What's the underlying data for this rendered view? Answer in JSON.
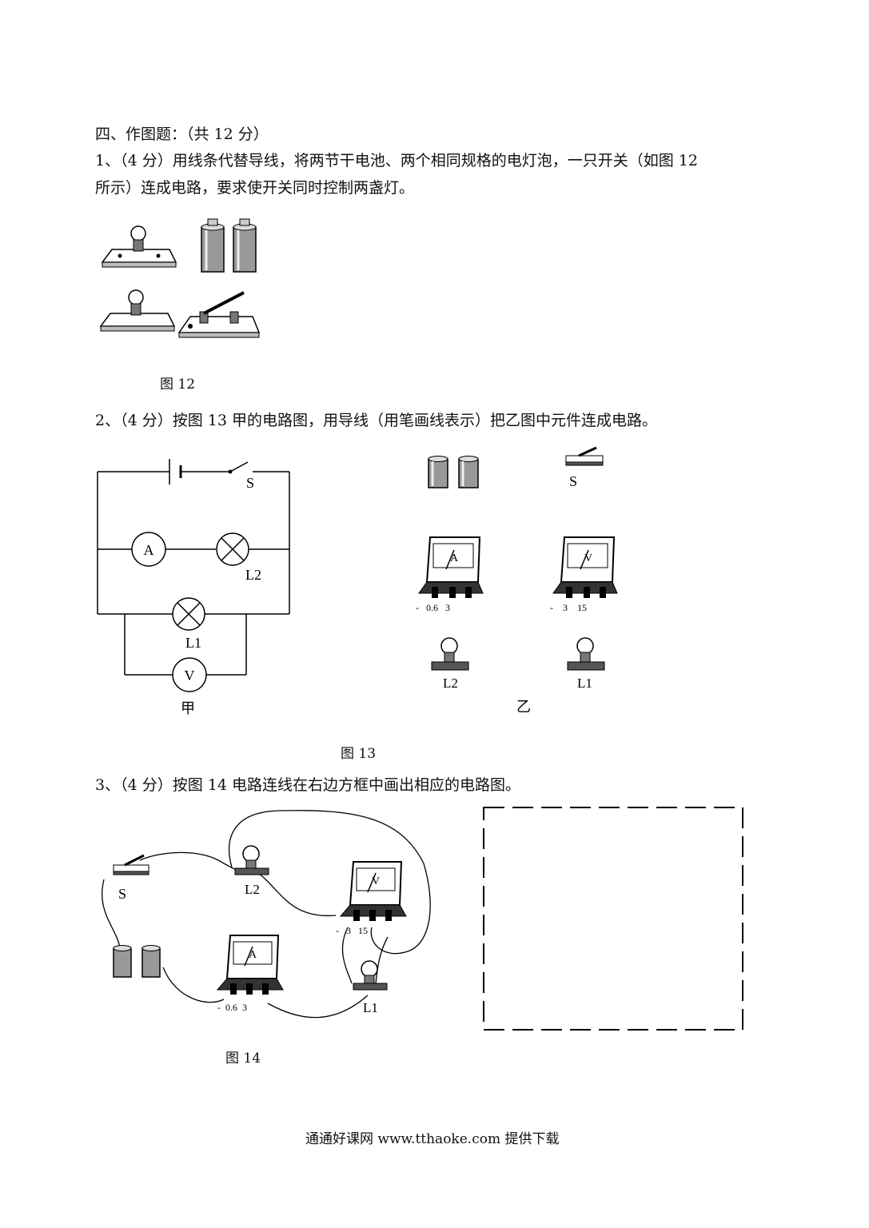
{
  "section_title": "四、作图题：（共 12 分）",
  "q1": {
    "line1": "1、（4 分）用线条代替导线，将两节干电池、两个相同规格的电灯泡，一只开关（如图 12",
    "line2": "所示）连成电路，要求使开关同时控制两盏灯。",
    "figure_caption": "图 12"
  },
  "q2": {
    "text": "2、（4 分）按图 13 甲的电路图，用导线（用笔画线表示）把乙图中元件连成电路。",
    "schematic": {
      "switch": "S",
      "ammeter": "A",
      "voltmeter": "V",
      "lamp_l2": "L2",
      "lamp_l1": "L1",
      "caption": "甲"
    },
    "components": {
      "switch": "S",
      "ammeter_symbol": "A",
      "ammeter_terminals": "-   0.6   3",
      "voltmeter_symbol": "V",
      "voltmeter_terminals": "-    3    15",
      "lamp_l2": "L2",
      "lamp_l1": "L1",
      "caption": "乙"
    },
    "figure_caption": "图 13"
  },
  "q3": {
    "text": "3、（4 分）按图 14 电路连线在右边方框中画出相应的电路图。",
    "switch": "S",
    "lamp_l2": "L2",
    "lamp_l1": "L1",
    "voltmeter_symbol": "V",
    "voltmeter_terminals": "-   3   15",
    "ammeter_symbol": "A",
    "ammeter_terminals": "-  0.6  3",
    "figure_caption": "图 14"
  },
  "footer": "通通好课网  www.tthaoke.com  提供下载"
}
